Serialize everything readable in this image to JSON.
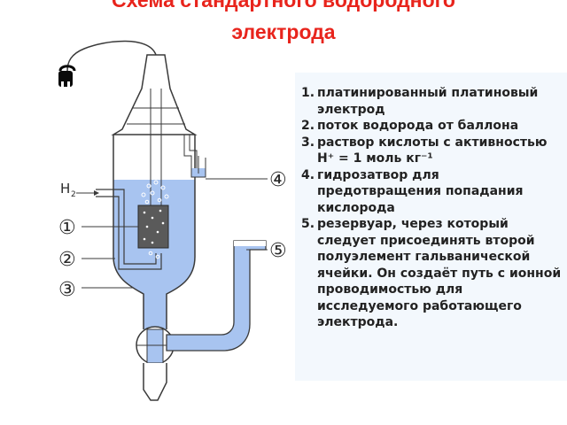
{
  "title": {
    "line1": "Схема стандартного водородного",
    "line2": "электрода"
  },
  "diagram": {
    "h2_label": "H",
    "h2_subscript": "2",
    "markers": [
      "①",
      "②",
      "③",
      "④",
      "⑤"
    ]
  },
  "legend": {
    "items": [
      {
        "num": "1.",
        "text": "платинированный платиновый электрод"
      },
      {
        "num": "2.",
        "text": "поток водорода от баллона"
      },
      {
        "num": "3.",
        "text": "раствор кислоты с активностью Н⁺ = 1 моль кг⁻¹"
      },
      {
        "num": "4.",
        "text": "гидрозатвор для предотвращения попадания кислорода"
      },
      {
        "num": "5.",
        "text": "резервуар, через который следует присоединять второй полуэлемент гальванической ячейки. Он создаёт путь с ионной проводимостью для исследуемого работающего электрода."
      }
    ]
  },
  "colors": {
    "title": "#e8241c",
    "solution": "#a8c4f0",
    "outline": "#3a3a3a",
    "electrode": "#5a5a5a",
    "panel": "#f3f8fd"
  }
}
